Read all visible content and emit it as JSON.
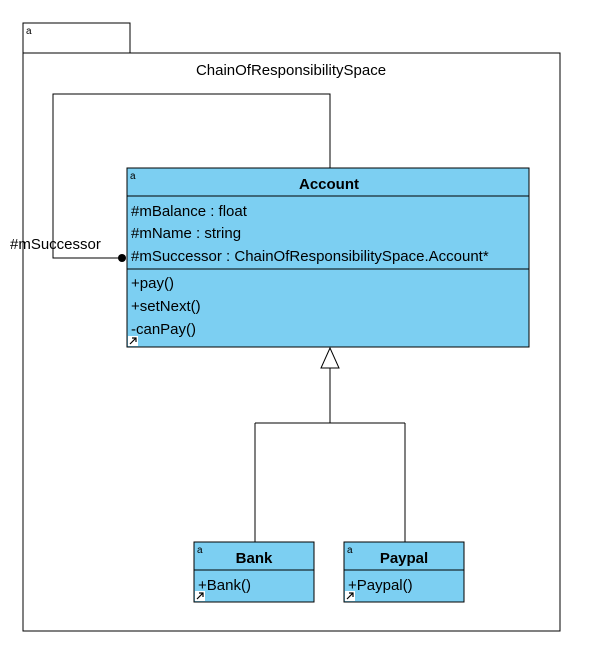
{
  "package": {
    "name": "ChainOfResponsibilitySpace",
    "tab_marker": "a"
  },
  "classes": {
    "account": {
      "name": "Account",
      "marker": "a",
      "attributes": [
        "#mBalance : float",
        "#mName : string",
        "#mSuccessor : ChainOfResponsibilitySpace.Account*"
      ],
      "operations": [
        "+pay()",
        "+setNext()",
        "-canPay()"
      ]
    },
    "bank": {
      "name": "Bank",
      "marker": "a",
      "operations": [
        "+Bank()"
      ]
    },
    "paypal": {
      "name": "Paypal",
      "marker": "a",
      "operations": [
        "+Paypal()"
      ]
    }
  },
  "associations": {
    "self_association_label": "#mSuccessor"
  },
  "colors": {
    "class_fill": "#7ccff2",
    "line": "#000000",
    "background": "#ffffff"
  }
}
